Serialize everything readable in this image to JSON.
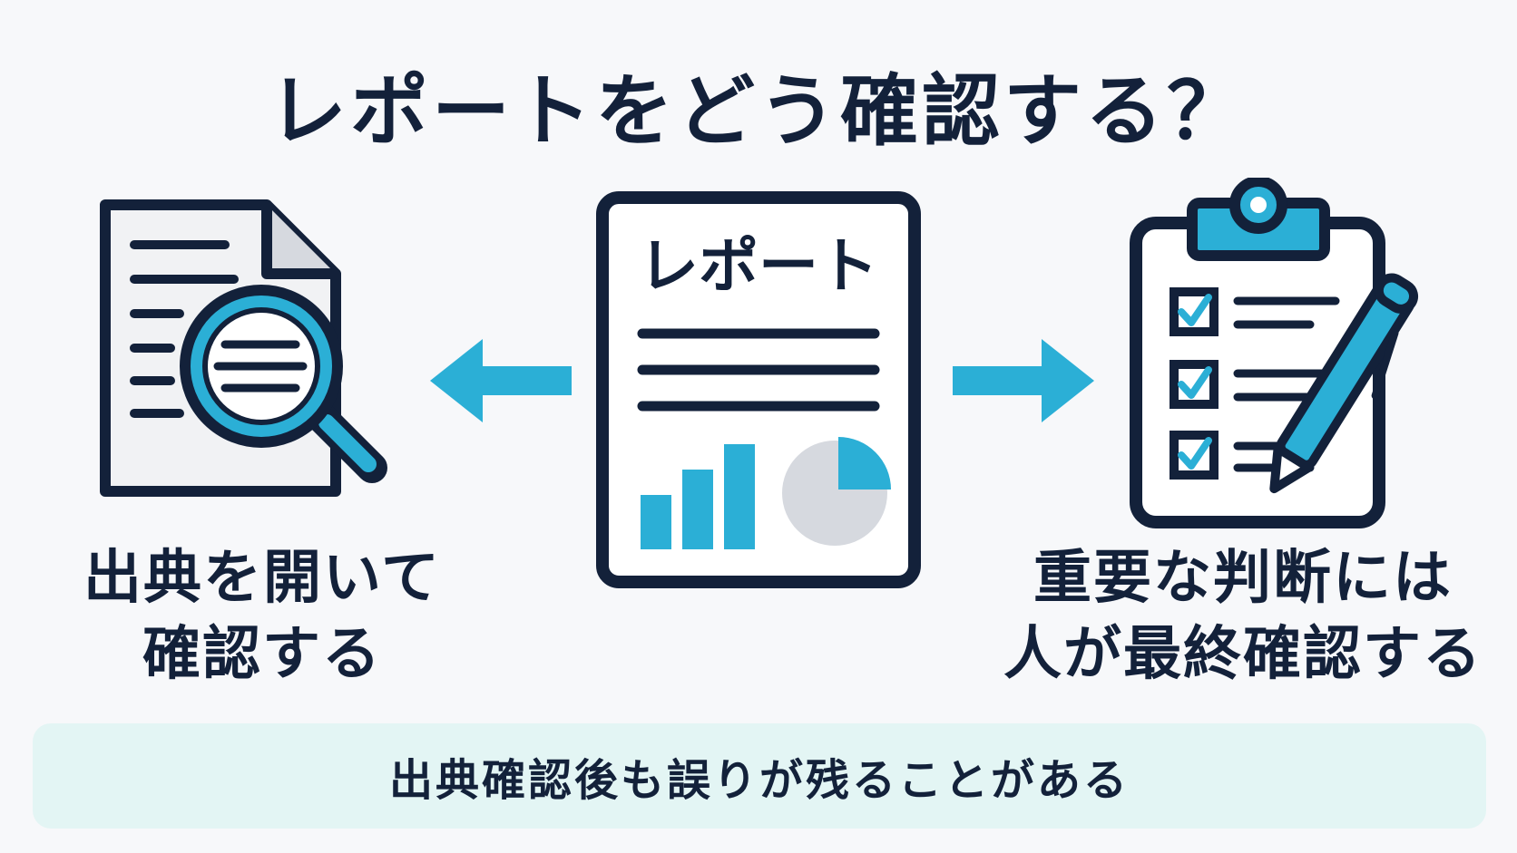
{
  "title": "レポートをどう確認する？",
  "center_doc": {
    "label": "レポート"
  },
  "left": {
    "caption_line1": "出典を開いて",
    "caption_line2": "確認する"
  },
  "right": {
    "caption_line1": "重要な判断には",
    "caption_line2": "人が最終確認する"
  },
  "footer": {
    "text": "出典確認後も誤りが残ることがある"
  },
  "colors": {
    "accent": "#2bafd6",
    "dark": "#13213a",
    "light_gray": "#d6d9df",
    "footer_bg": "#e3f5f4"
  },
  "icons": {
    "left": "document-magnifier-icon",
    "center": "report-document-icon",
    "right": "clipboard-checklist-icon",
    "arrow_left": "arrow-left-icon",
    "arrow_right": "arrow-right-icon",
    "pen": "pen-icon"
  }
}
